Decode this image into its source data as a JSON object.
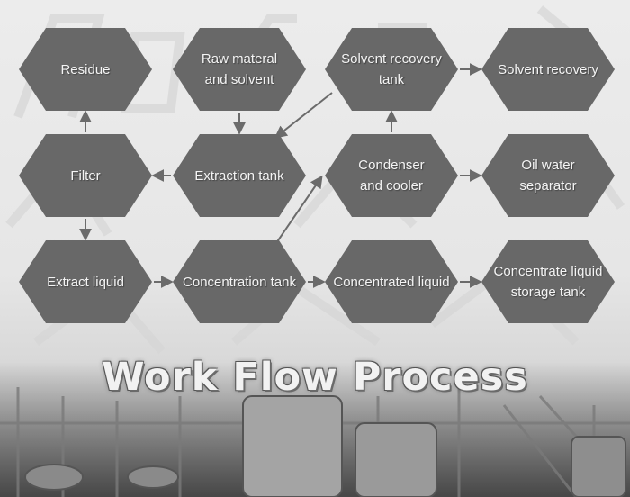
{
  "title": "Work Flow Process",
  "colors": {
    "node_fill": "#686868",
    "arrow": "#6b6b6b",
    "text": "#f4f4f4"
  },
  "nodes": [
    {
      "id": "residue",
      "label": "Residue"
    },
    {
      "id": "raw",
      "label": "Raw materal\nand solvent"
    },
    {
      "id": "solvent_tank",
      "label": "Solvent recovery\ntank"
    },
    {
      "id": "solvent_recovery",
      "label": "Solvent recovery"
    },
    {
      "id": "filter",
      "label": "Filter"
    },
    {
      "id": "extraction",
      "label": "Extraction tank"
    },
    {
      "id": "condenser",
      "label": "Condenser\nand cooler"
    },
    {
      "id": "oil_water",
      "label": "Oil water\nseparator"
    },
    {
      "id": "extract_liquid",
      "label": "Extract liquid"
    },
    {
      "id": "concentration",
      "label": "Concentration tank"
    },
    {
      "id": "concentrated_liquid",
      "label": "Concentrated liquid"
    },
    {
      "id": "storage",
      "label": "Concentrate liquid\nstorage tank"
    }
  ],
  "edges": [
    {
      "from": "raw",
      "to": "extraction"
    },
    {
      "from": "extraction",
      "to": "filter"
    },
    {
      "from": "filter",
      "to": "residue"
    },
    {
      "from": "filter",
      "to": "extract_liquid"
    },
    {
      "from": "extract_liquid",
      "to": "concentration"
    },
    {
      "from": "concentration",
      "to": "concentrated_liquid"
    },
    {
      "from": "concentrated_liquid",
      "to": "storage"
    },
    {
      "from": "concentration",
      "to": "condenser"
    },
    {
      "from": "condenser",
      "to": "oil_water"
    },
    {
      "from": "condenser",
      "to": "solvent_tank"
    },
    {
      "from": "solvent_tank",
      "to": "solvent_recovery"
    },
    {
      "from": "solvent_tank",
      "to": "extraction"
    }
  ]
}
